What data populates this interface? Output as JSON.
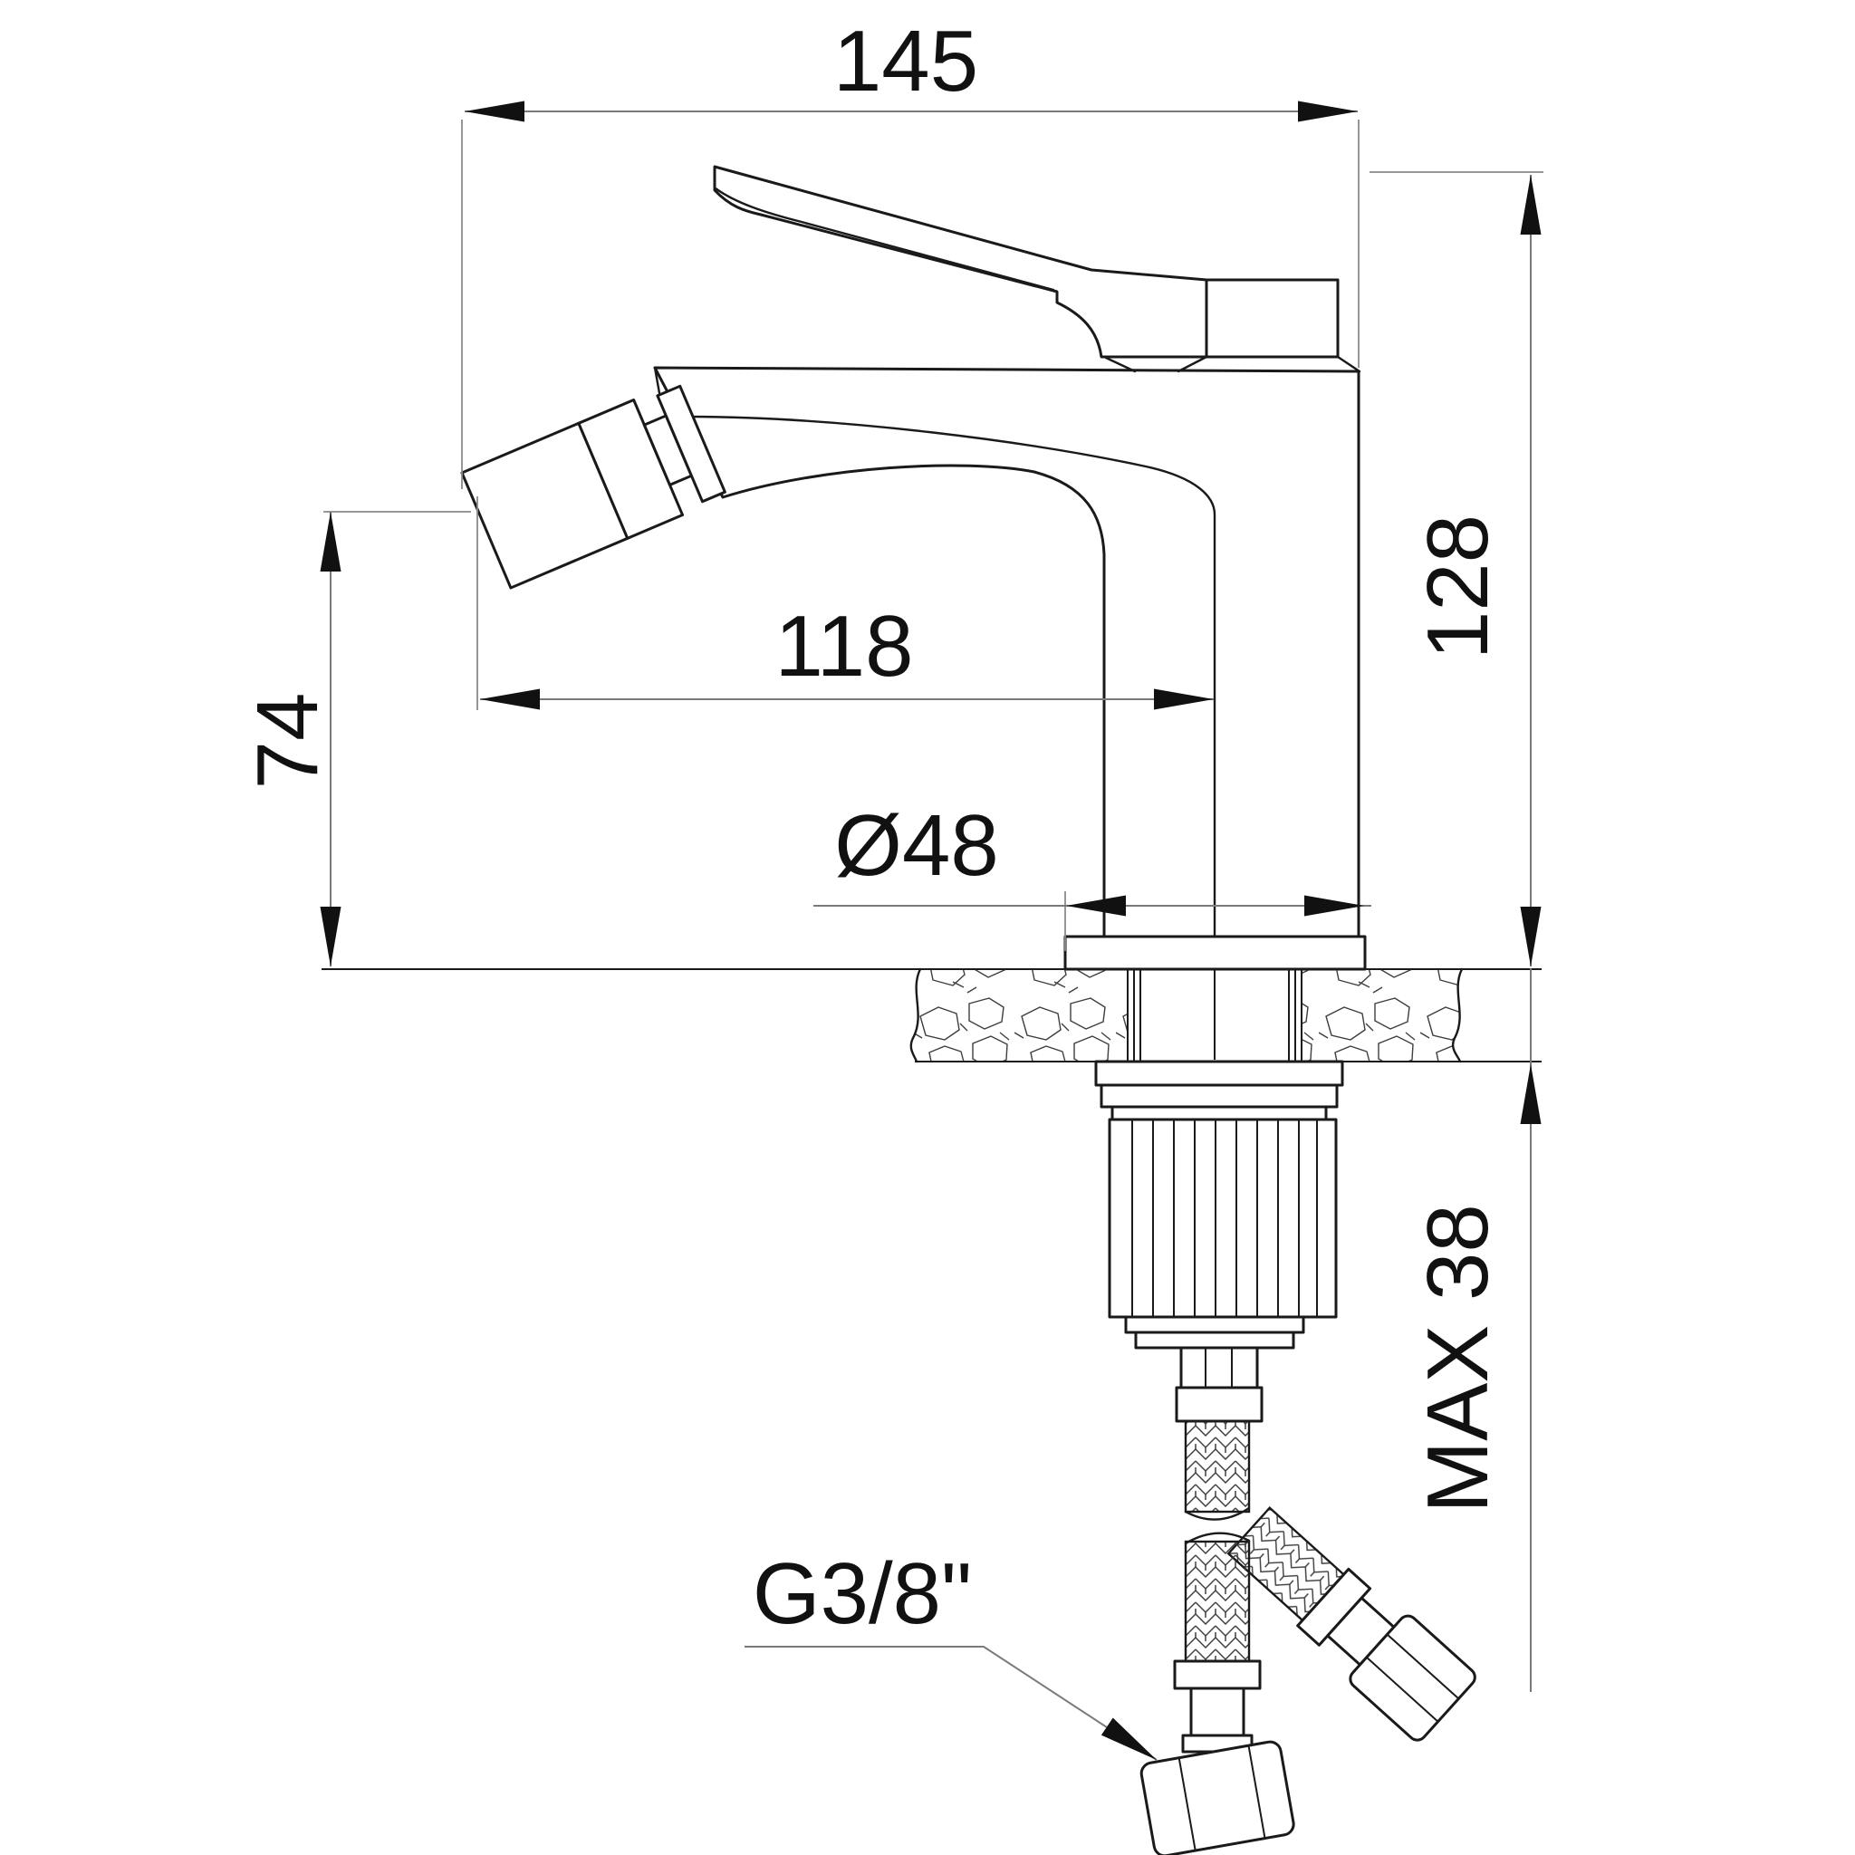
{
  "drawing": {
    "subject": "bidet-mixer-faucet-dimension-drawing",
    "background_color": "#ffffff",
    "object_line_color": "#1a1a1a",
    "dimension_line_color": "#7a7a7a",
    "text_color": "#111111",
    "dimensions": {
      "overall_length": {
        "label": "145",
        "value": 145,
        "unit": "mm",
        "orientation": "horizontal-top"
      },
      "overall_height": {
        "label": "128",
        "value": 128,
        "unit": "mm",
        "orientation": "vertical-right"
      },
      "spout_reach": {
        "label": "118",
        "value": 118,
        "unit": "mm",
        "orientation": "horizontal-middle"
      },
      "outlet_height": {
        "label": "74",
        "value": 74,
        "unit": "mm",
        "orientation": "vertical-left"
      },
      "base_diameter": {
        "label": "Ø48",
        "value": 48,
        "unit": "mm",
        "orientation": "horizontal-above-base"
      },
      "max_deck_thickness": {
        "label": "MAX 38",
        "value": 38,
        "unit": "mm",
        "orientation": "vertical-lower-right"
      },
      "supply_thread": {
        "label": "G3/8\"",
        "orientation": "leader-bottom-left"
      }
    }
  }
}
